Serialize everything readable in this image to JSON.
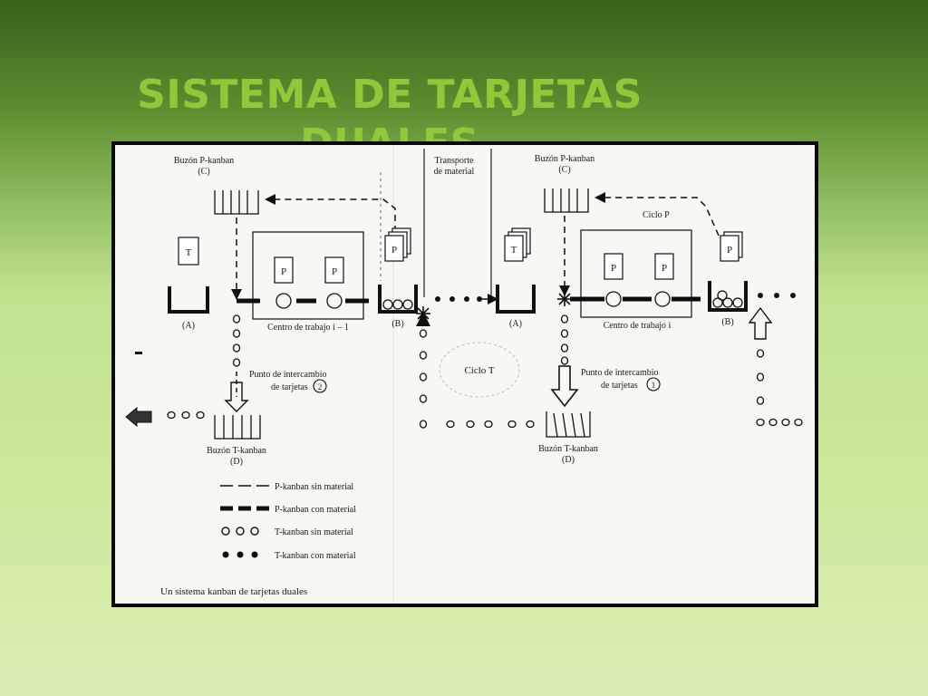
{
  "slide": {
    "title": "SISTEMA DE TARJETAS DUALES"
  },
  "diagram": {
    "left_station": {
      "p_mailbox": "Buzón P-kanban",
      "p_mailbox_tag": "(C)",
      "inbound_label": "(A)",
      "outbound_label": "(B)",
      "workcenter": "Centro de trabajo i – 1",
      "card_t": "T",
      "card_p": "P",
      "exchange_point": "Punto de intercambio",
      "exchange_point_2": "de tarjetas",
      "exchange_number": "2",
      "t_mailbox": "Buzón T-kanban",
      "t_mailbox_tag": "(D)"
    },
    "transport": {
      "line1": "Transporte",
      "line2": "de material"
    },
    "right_station": {
      "p_mailbox": "Buzón P-kanban",
      "p_mailbox_tag": "(C)",
      "cycle_p": "Ciclo P",
      "inbound_label": "(A)",
      "outbound_label": "(B)",
      "workcenter": "Centro de trabajo i",
      "card_t": "T",
      "card_p": "P",
      "exchange_point": "Punto de intercambio",
      "exchange_point_2": "de tarjetas",
      "exchange_number": "1",
      "t_mailbox": "Buzón T-kanban",
      "t_mailbox_tag": "(D)"
    },
    "cycle_t": "Ciclo T",
    "legend": [
      {
        "key": "p-kanban-empty",
        "label": "P-kanban sin material"
      },
      {
        "key": "p-kanban-full",
        "label": "P-kanban con material"
      },
      {
        "key": "t-kanban-empty",
        "label": "T-kanban sin material"
      },
      {
        "key": "t-kanban-full",
        "label": "T-kanban con material"
      }
    ],
    "caption": "Un sistema kanban de tarjetas duales"
  }
}
